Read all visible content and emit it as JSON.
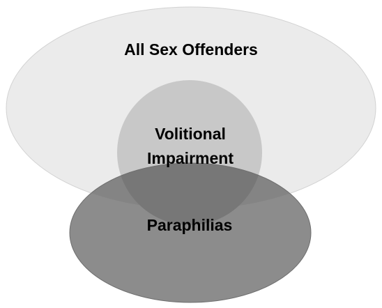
{
  "diagram": {
    "type": "venn",
    "sets": [
      {
        "id": "all-sex-offenders",
        "label": "All Sex Offenders",
        "fill": "#ebebeb",
        "stroke": "#d2d2d2"
      },
      {
        "id": "paraphilias",
        "label": "Paraphilias",
        "fill": "#8c8c8c",
        "stroke": "#6e6e6e"
      },
      {
        "id": "volitional-impairment",
        "label_line1": "Volitional",
        "label_line2": "Impairment",
        "fill": "#c8c8c8",
        "stroke": "#b4b4b4"
      }
    ],
    "overlap_colors": {
      "all_and_paraphilias": "#848484",
      "volitional_and_paraphilias": "#777777"
    }
  }
}
